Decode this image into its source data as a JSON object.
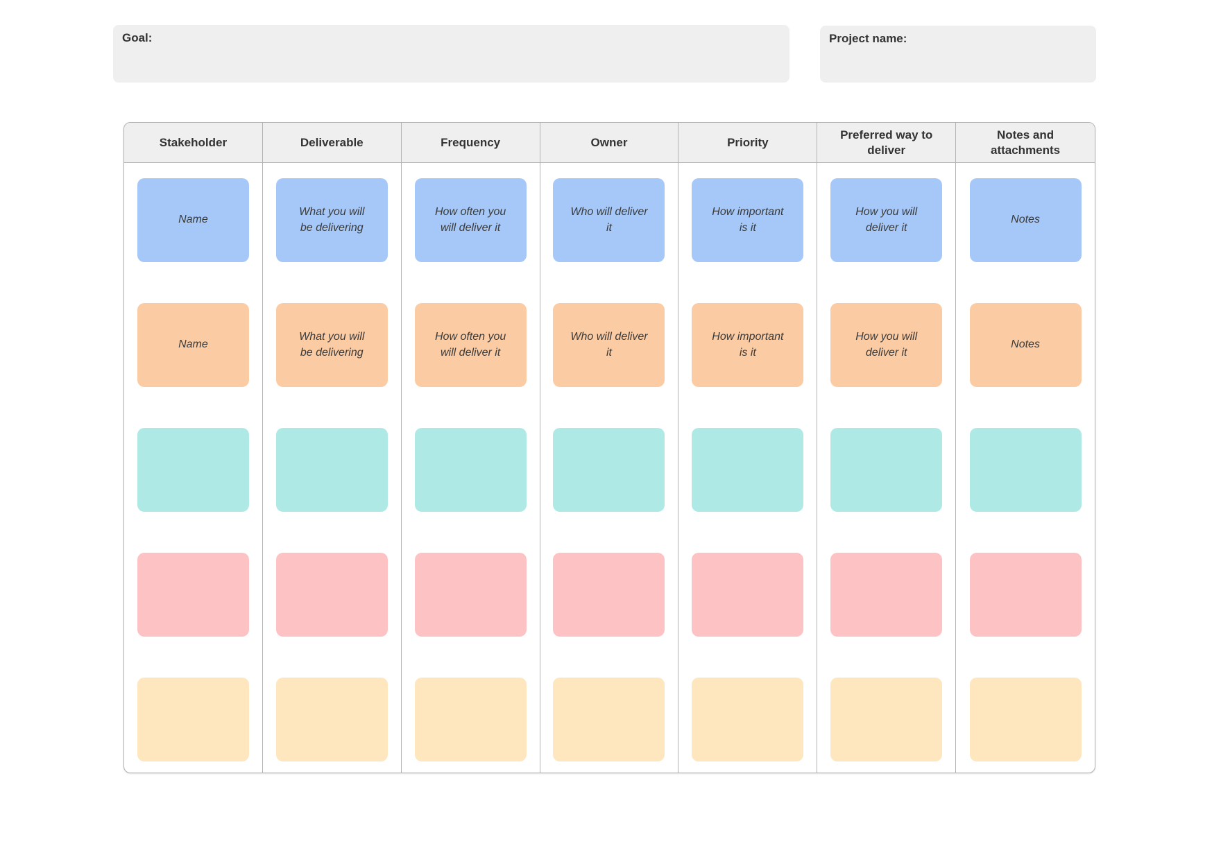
{
  "colors": {
    "page_background": "#ffffff",
    "panel_background": "#efefef",
    "table_border": "#b3b3b3",
    "header_background": "#efefef",
    "header_text": "#333333",
    "note_text": "#3a3a3a",
    "row_note_colors": [
      "#a5c8f8",
      "#fbcba3",
      "#afe9e6",
      "#fdc3c4",
      "#fee6bf"
    ]
  },
  "goal_box": {
    "label": "Goal:",
    "value": ""
  },
  "project_box": {
    "label": "Project name:",
    "value": ""
  },
  "table": {
    "headers": [
      "Stakeholder",
      "Deliverable",
      "Frequency",
      "Owner",
      "Priority",
      "Preferred way to deliver",
      "Notes and attachments"
    ],
    "rows": [
      {
        "color": "#a5c8f8",
        "cells": [
          "Name",
          "What you will\nbe delivering",
          "How often you\nwill deliver it",
          "Who will deliver\nit",
          "How important\nis it",
          "How you will\ndeliver it",
          "Notes"
        ]
      },
      {
        "color": "#fbcba3",
        "cells": [
          "Name",
          "What you will\nbe delivering",
          "How often you\nwill deliver it",
          "Who will deliver\nit",
          "How important\nis it",
          "How you will\ndeliver it",
          "Notes"
        ]
      },
      {
        "color": "#afe9e6",
        "cells": [
          "",
          "",
          "",
          "",
          "",
          "",
          ""
        ]
      },
      {
        "color": "#fdc3c4",
        "cells": [
          "",
          "",
          "",
          "",
          "",
          "",
          ""
        ]
      },
      {
        "color": "#fee6bf",
        "cells": [
          "",
          "",
          "",
          "",
          "",
          "",
          ""
        ]
      }
    ]
  }
}
